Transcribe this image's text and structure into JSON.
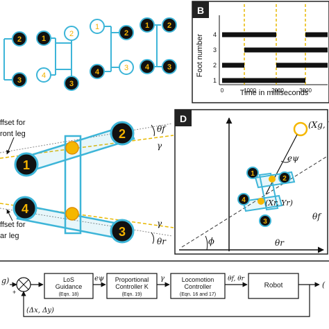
{
  "panel_labels": {
    "b": "B",
    "d": "D"
  },
  "panel_a": {
    "gaits": [
      {
        "top_left": "2",
        "top_right": "",
        "bottom_left": "3",
        "bottom_right": ""
      },
      {
        "top_left": "1",
        "top_right": "2",
        "bottom_left": "4",
        "bottom_right": "3"
      },
      {
        "top_left": "1",
        "top_right": "2",
        "bottom_left": "4",
        "bottom_right": "3"
      },
      {
        "top_left": "1",
        "top_right": "2",
        "bottom_left": "4",
        "bottom_right": "3"
      }
    ]
  },
  "panel_b": {
    "chart_data": {
      "type": "gantt",
      "ylabel": "Foot number",
      "xlabel": "Time in milliseconds",
      "x_ticks": [
        "0",
        "1000",
        "2000",
        "3000"
      ],
      "y_ticks": [
        "1",
        "2",
        "3",
        "4"
      ],
      "xlim": [
        0,
        3800
      ],
      "dashed_lines_x": [
        800,
        1950,
        3000
      ],
      "series": [
        {
          "foot": "4",
          "intervals": [
            [
              0,
              1950
            ],
            [
              3000,
              3800
            ]
          ]
        },
        {
          "foot": "3",
          "intervals": [
            [
              800,
              3800
            ]
          ]
        },
        {
          "foot": "2",
          "intervals": [
            [
              0,
              800
            ],
            [
              1950,
              3800
            ]
          ]
        },
        {
          "foot": "1",
          "intervals": [
            [
              0,
              3000
            ]
          ]
        }
      ],
      "colors": {
        "bar": "#111111",
        "dash": "#e8b800"
      }
    }
  },
  "panel_c": {
    "label_front": "ffset for\nront leg",
    "label_front_line1": "ffset for",
    "label_front_line2": "ront leg",
    "label_rear_line1": "ffset for",
    "label_rear_line2": "ar leg",
    "legs": [
      "1",
      "2",
      "3",
      "4"
    ],
    "angle_theta_f": "θf",
    "angle_gamma_top": "γ",
    "angle_gamma_bottom": "γ",
    "angle_theta_r": "θr"
  },
  "panel_d": {
    "goal_label": "(Xg, Y",
    "robot_label": "(Xr, Yr)",
    "e_psi": "eψ",
    "theta_f": "θf",
    "theta_r": "θr",
    "phi": "ϕ",
    "legs": [
      "1",
      "2",
      "3",
      "4"
    ]
  },
  "panel_e": {
    "input_left": "g)",
    "feedback": "(Δx, Δy)",
    "block_los_line1": "LoS",
    "block_los_line2": "Guidance",
    "block_los_line3": "(Eqn. 18)",
    "signal_e": "eψ",
    "block_prop_line1": "Proportional",
    "block_prop_line2": "Controller K",
    "block_prop_line3": "(Eqn. 19)",
    "signal_gamma": "γ",
    "block_loco_line1": "Locomotion",
    "block_loco_line2": "Controller",
    "block_loco_line3": "(Eqn. 16 and 17)",
    "signal_theta": "θf, θr",
    "block_robot": "Robot",
    "output_right": "(",
    "plus": "+"
  },
  "colors": {
    "cyan": "#3db5d8",
    "leg_fill": "#111111",
    "leg_ring": "#3db5d8",
    "leg_text": "#f2b200",
    "gold": "#f5b700",
    "panel_border": "#222222"
  }
}
